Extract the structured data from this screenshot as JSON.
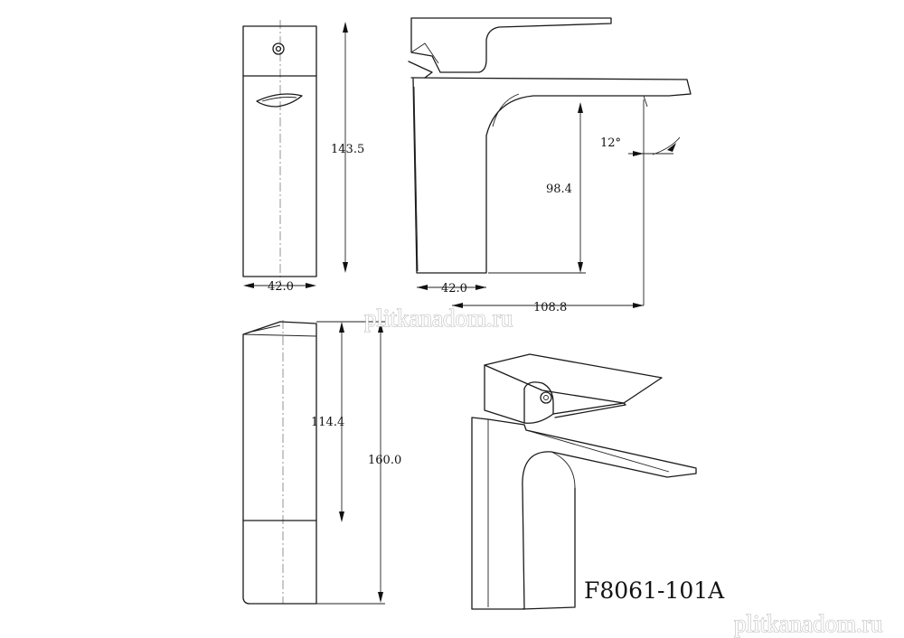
{
  "dimensions": {
    "front_height": "143.5",
    "front_width": "42.0",
    "side_spout_height": "98.4",
    "side_base_width": "42.0",
    "side_total_length": "108.8",
    "lever_angle": "12°",
    "top_body_height": "114.4",
    "top_total_height": "160.0"
  },
  "model_number": "F8061-101A",
  "watermarks": {
    "center": "plitkanadom.ru",
    "corner": "plitkanadom.ru"
  }
}
